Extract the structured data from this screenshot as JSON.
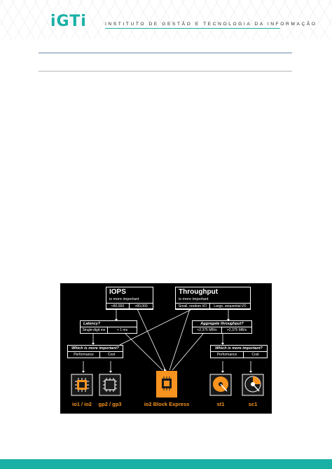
{
  "header": {
    "logo_text": "iGTi",
    "logo_subtitle": "INSTITUTO DE GESTÃO E TECNOLOGIA DA INFORMAÇÃO"
  },
  "figure": {
    "iops": {
      "title": "IOPS",
      "subtitle": "is more important",
      "cells": [
        "<80,000",
        ">80,000"
      ]
    },
    "throughput": {
      "title": "Throughput",
      "subtitle": "is more important",
      "cells": [
        "Small, random I/O",
        "Large, sequential I/O"
      ]
    },
    "latency": {
      "question": "Latency?",
      "cells": [
        "Single-digit ms",
        "< 1 ms"
      ]
    },
    "aggregate": {
      "question": "Aggregate throughput?",
      "cells": [
        "<2,375 MB/s",
        ">2,375 MB/s"
      ]
    },
    "important_left": {
      "question": "Which is more important?",
      "cells": [
        "Performance",
        "Cost"
      ]
    },
    "important_right": {
      "question": "Which is more important?",
      "cells": [
        "Performance",
        "Cost"
      ]
    },
    "volumes": [
      "io1 / io2",
      "gp2 / gp3",
      "io2 Block Express",
      "st1",
      "sc1"
    ],
    "colors": {
      "accent": "#f7931e",
      "background": "#000000",
      "line": "#ffffff"
    }
  },
  "footer": {
    "color": "#1ab0a6"
  }
}
